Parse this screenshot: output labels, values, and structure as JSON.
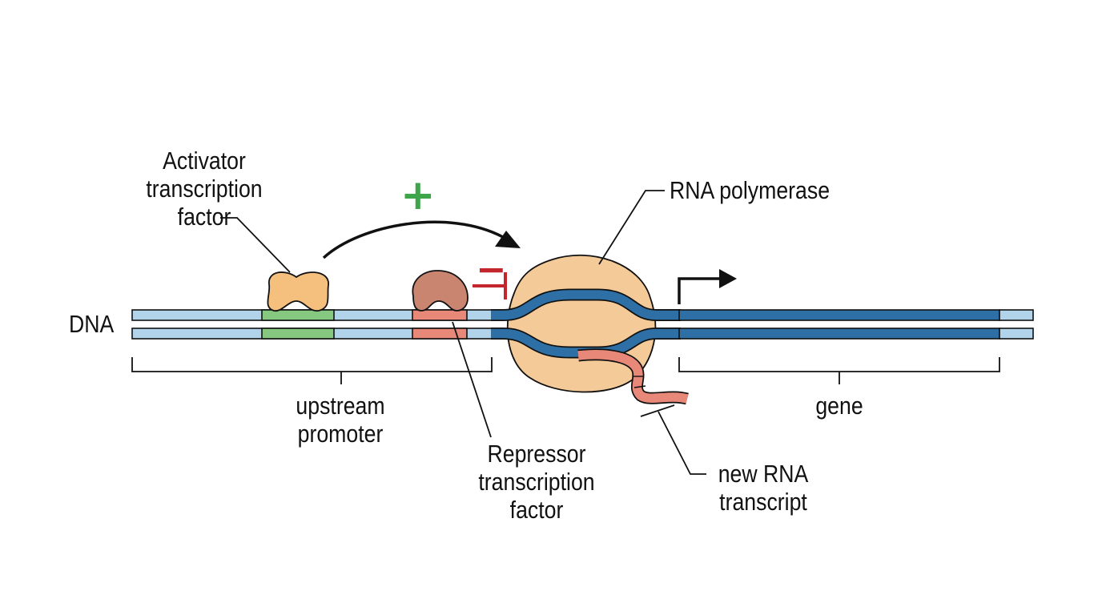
{
  "labels": {
    "dna": "DNA",
    "activator": [
      "Activator",
      "transcription",
      "factor"
    ],
    "rna_polymerase": "RNA polymerase",
    "upstream_promoter": [
      "upstream",
      "promoter"
    ],
    "repressor": [
      "Repressor",
      "transcription",
      "factor"
    ],
    "gene": "gene",
    "new_rna": [
      "new RNA",
      "transcript"
    ]
  },
  "symbols": {
    "activation": "+",
    "repression": "−"
  },
  "colors": {
    "dna_light": "#b2d4ea",
    "dna_dark": "#2e70a6",
    "activator_site": "#86c87f",
    "repressor_site": "#e88878",
    "activator_protein": "#f5bf7d",
    "repressor_protein": "#c98570",
    "polymerase": "#f4ca98",
    "rna": "#e88878",
    "plus": "#3fa54a",
    "minus": "#c3262d",
    "outline": "#111111"
  }
}
